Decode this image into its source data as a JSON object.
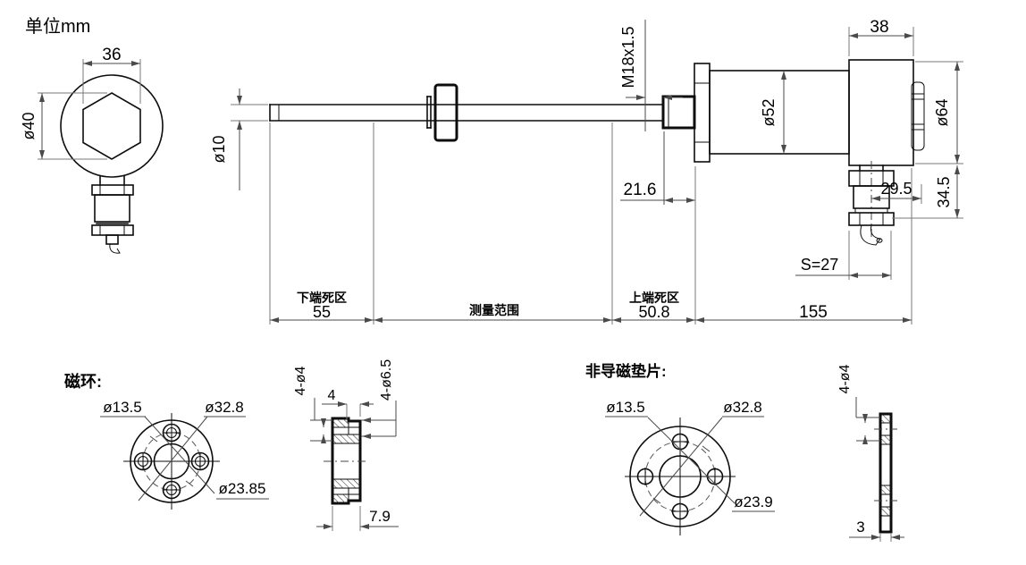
{
  "drawing": {
    "unit_label": "单位mm",
    "colors": {
      "object_line": "#0d0d0d",
      "dimension_line": "#4a4a4a",
      "extension_line": "#7a7a7a",
      "background": "#ffffff"
    },
    "end_view": {
      "hex_across_flats": "36",
      "hex_circle_dia": "ø40"
    },
    "main_view": {
      "rod_dia": "ø10",
      "thread_spec": "M18x1.5",
      "thread_length": "21.6",
      "body_dia": "ø52",
      "head_width": "38",
      "head_dia": "ø64",
      "connector_offset": "29.5",
      "connector_drop": "34.5",
      "wrench_size": "S=27",
      "head_section_length": "155",
      "lower_dead_zone_label": "下端死区",
      "lower_dead_zone_value": "55",
      "measuring_range_label": "测量范围",
      "upper_dead_zone_label": "上端死区",
      "upper_dead_zone_value": "50.8"
    },
    "magnet_ring": {
      "title": "磁环:",
      "bore_dia": "ø13.5",
      "outer_dia": "ø32.8",
      "bolt_circle_dia": "ø23.85",
      "holes": "4-ø4",
      "counterbore_depth": "4",
      "counterbore_holes": "4-ø6.5",
      "thickness": "7.9"
    },
    "gasket": {
      "title": "非导磁垫片:",
      "bore_dia": "ø13.5",
      "outer_dia": "ø32.8",
      "bolt_circle_dia": "ø23.9",
      "holes": "4-ø4",
      "thickness": "3"
    }
  }
}
